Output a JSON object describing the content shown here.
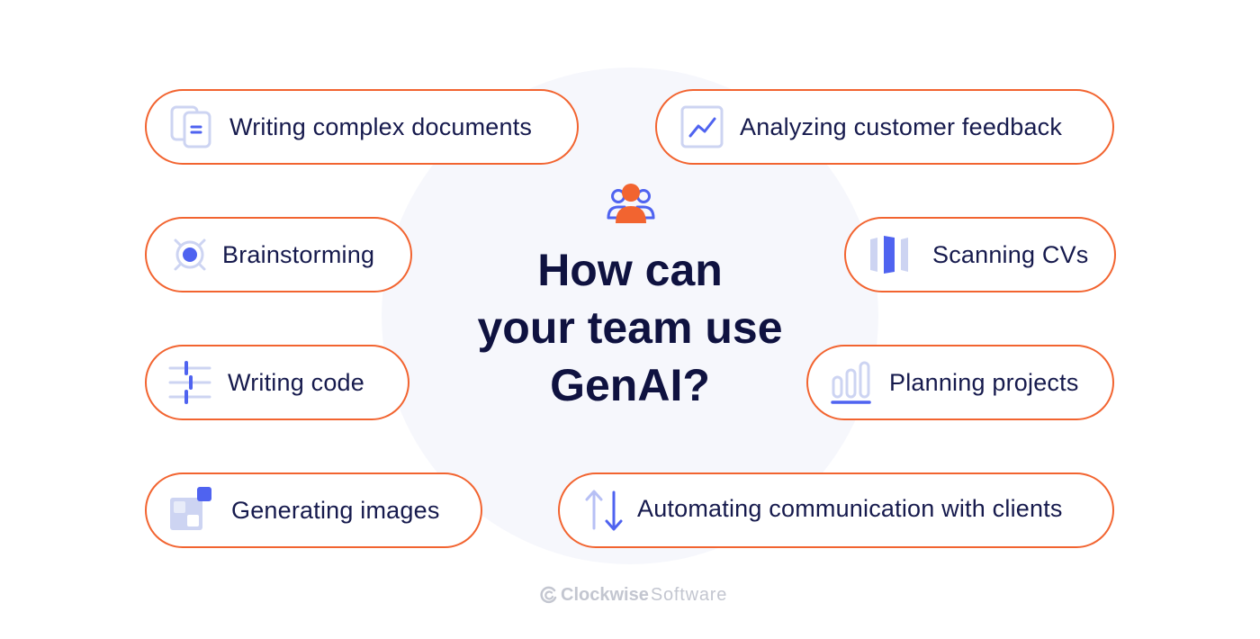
{
  "headline": {
    "line1": "How can",
    "line2": "your team use",
    "line3": "GenAI?"
  },
  "colors": {
    "accent_orange": "#f26430",
    "icon_blue": "#4f63f0",
    "icon_light": "#cdd4f2",
    "text_dark": "#0f1240",
    "background_circle": "#f6f7fc"
  },
  "items": [
    {
      "label": "Writing complex documents",
      "icon": "documents-icon"
    },
    {
      "label": "Analyzing customer feedback",
      "icon": "trend-chart-icon"
    },
    {
      "label": "Brainstorming",
      "icon": "target-icon"
    },
    {
      "label": "Scanning CVs",
      "icon": "panels-icon"
    },
    {
      "label": "Writing code",
      "icon": "sliders-icon"
    },
    {
      "label": "Planning projects",
      "icon": "bar-chart-icon"
    },
    {
      "label": "Generating images",
      "icon": "image-blocks-icon"
    },
    {
      "label": "Automating communication with clients",
      "icon": "up-down-arrows-icon"
    }
  ],
  "center_icon": "team-icon",
  "footer": {
    "brand_bold": "Clockwise",
    "brand_light": "Software"
  }
}
